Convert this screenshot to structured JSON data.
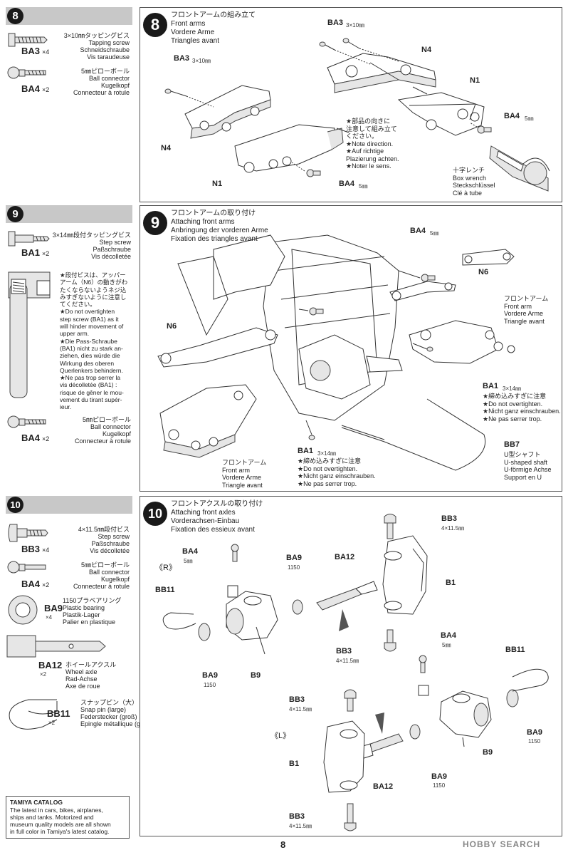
{
  "page_number": "8",
  "watermark": "HOBBY SEARCH",
  "steps": [
    {
      "number": "8",
      "parts": [
        {
          "code": "BA3",
          "qty": "×4",
          "jp": "3×10㎜タッピングビス",
          "en": "Tapping screw",
          "de": "Schneidschraube",
          "fr": "Vis taraudeuse"
        },
        {
          "code": "BA4",
          "qty": "×2",
          "jp": "5㎜ピローボール",
          "en": "Ball connector",
          "de": "Kugelkopf",
          "fr": "Connecteur à rotule"
        }
      ],
      "title": {
        "jp": "フロントアームの組み立て",
        "en": "Front arms",
        "de": "Vordere Arme",
        "fr": "Triangles avant"
      },
      "labels": {
        "ba3_top": "BA3",
        "ba3_top_size": "3×10㎜",
        "n4_right": "N4",
        "ba3_left": "BA3",
        "ba3_left_size": "3×10㎜",
        "n1_right": "N1",
        "ba4_right": "BA4",
        "ba4_right_size": "5㎜",
        "n4_left": "N4",
        "n1_left": "N1",
        "ba4_bottom": "BA4",
        "ba4_bottom_size": "5㎜"
      },
      "direction_note": [
        "★部品の向きに",
        "注意して組み立て",
        "ください。",
        "★Note direction.",
        "★Auf richtige",
        "Plazierung achten.",
        "★Noter le sens."
      ],
      "wrench": {
        "jp": "十字レンチ",
        "en": "Box wrench",
        "de": "Steckschlüssel",
        "fr": "Clé à tube"
      }
    },
    {
      "number": "9",
      "parts": [
        {
          "code": "BA1",
          "qty": "×2",
          "jp": "3×14㎜段付タッピングビス",
          "en": "Step screw",
          "de": "Paßschraube",
          "fr": "Vis décolletée"
        },
        {
          "code": "BA4",
          "qty": "×2",
          "jp": "5㎜ピローボール",
          "en": "Ball connector",
          "de": "Kugelkopf",
          "fr": "Connecteur à rotule"
        }
      ],
      "warning": [
        "★段付ビスは、アッパー",
        "アーム（N6）の動きがわ",
        "たくならないようネジ込",
        "みすぎないように注意し",
        "てください。",
        "★Do not overtighten",
        "step screw (BA1) as it",
        "will hinder movement of",
        "upper arm.",
        "★Die Pass-Schraube",
        "(BA1) nicht zu stark an-",
        "ziehen, dies würde die",
        "Wirkung des oberen",
        "Querlenkers behindern.",
        "★Ne pas trop serrer la",
        "vis décolletée (BA1) :",
        "risque de gêner le mou-",
        "vement du tirant supér-",
        "ieur."
      ],
      "title": {
        "jp": "フロントアームの取り付け",
        "en": "Attaching front arms",
        "de": "Anbringung der vorderen Arme",
        "fr": "Fixation des triangles avant"
      },
      "labels": {
        "ba4": "BA4",
        "ba4_size": "5㎜",
        "n6_right": "N6",
        "n6_left": "N6",
        "ba1_right": "BA1",
        "ba1_right_size": "3×14㎜",
        "ba1_bottom": "BA1",
        "ba1_bottom_size": "3×14㎜",
        "bb7": "BB7"
      },
      "front_arm_right": [
        "フロントアーム",
        "Front arm",
        "Vordere Arme",
        "Triangle avant"
      ],
      "front_arm_left": [
        "フロントアーム",
        "Front arm",
        "Vordere Arme",
        "Triangle avant"
      ],
      "ba1_note_right": [
        "★締め込みすぎに注意",
        "★Do not overtighten.",
        "★Nicht ganz einschrauben.",
        "★Ne pas serrer trop."
      ],
      "ba1_note_bottom": [
        "★締め込みすぎに注意",
        "★Do not overtighten.",
        "★Nicht ganz einschrauben.",
        "★Ne pas serrer trop."
      ],
      "bb7_text": [
        "U型シャフト",
        "U-shaped shaft",
        "U-förmige Achse",
        "Support en U"
      ]
    },
    {
      "number": "10",
      "parts": [
        {
          "code": "BB3",
          "qty": "×4",
          "jp": "4×11.5㎜段付ビス",
          "en": "Step screw",
          "de": "Paßschraube",
          "fr": "Vis décolletée"
        },
        {
          "code": "BA4",
          "qty": "×2",
          "jp": "5㎜ピローボール",
          "en": "Ball connector",
          "de": "Kugelkopf",
          "fr": "Connecteur à rotule"
        },
        {
          "code": "BA9",
          "qty": "×4",
          "jp": "1150プラベアリング",
          "en": "Plastic bearing",
          "de": "Plastik-Lager",
          "fr": "Palier en plastique"
        },
        {
          "code": "BA12",
          "qty": "×2",
          "jp": "ホイールアクスル",
          "en": "Wheel axle",
          "de": "Rad-Achse",
          "fr": "Axe de roue"
        },
        {
          "code": "BB11",
          "qty": "×2",
          "jp": "スナップピン（大）",
          "en": "Snap pin (large)",
          "de": "Federstecker (groß)",
          "fr": "Epingle métallique (grande)"
        }
      ],
      "title": {
        "jp": "フロントアクスルの取り付け",
        "en": "Attaching front axles",
        "de": "Vorderachsen-Einbau",
        "fr": "Fixation des essieux avant"
      },
      "labels": {
        "r": "《R》",
        "l": "《L》",
        "ba4_r": "BA4",
        "ba4_r_size": "5㎜",
        "ba9_r": "BA9",
        "ba9_r_size": "1150",
        "ba12_r": "BA12",
        "bb3_r_top": "BB3",
        "bb3_r_top_size": "4×11.5㎜",
        "b1_r": "B1",
        "bb11_r": "BB11",
        "ba9_r2": "BA9",
        "ba9_r2_size": "1150",
        "b9_r": "B9",
        "bb3_r_bottom": "BB3",
        "bb3_r_bottom_size": "4×11.5㎜",
        "ba4_l": "BA4",
        "ba4_l_size": "5㎜",
        "bb11_l": "BB11",
        "bb3_l_top": "BB3",
        "bb3_l_top_size": "4×11.5㎜",
        "ba9_l": "BA9",
        "ba9_l_size": "1150",
        "b9_l": "B9",
        "b1_l": "B1",
        "ba9_l2": "BA9",
        "ba9_l2_size": "1150",
        "ba12_l": "BA12",
        "bb3_l_bottom": "BB3",
        "bb3_l_bottom_size": "4×11.5㎜"
      }
    }
  ],
  "catalog": {
    "heading": "TAMIYA CATALOG",
    "lines": [
      "The latest in cars, bikes, airplanes,",
      "ships and tanks. Motorized and",
      "museum quality models are all shown",
      "in full color in Tamiya's latest catalog."
    ]
  }
}
